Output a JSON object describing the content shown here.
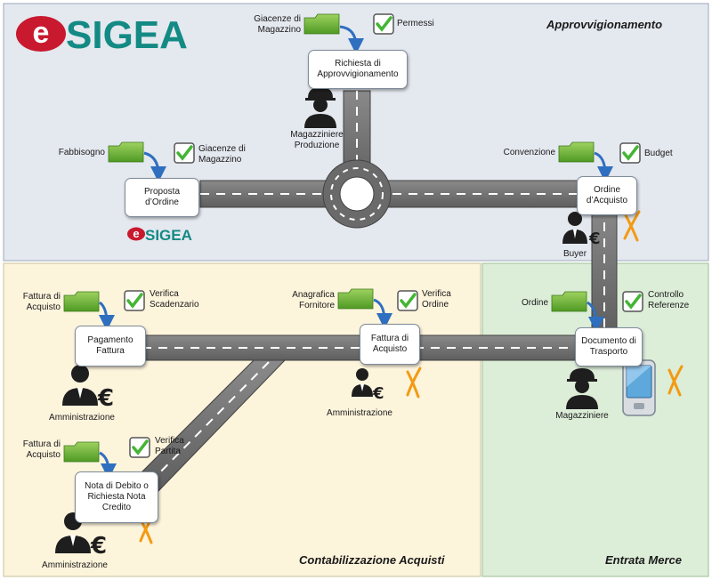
{
  "zones": {
    "approvvigionamento": "Approvvigionamento",
    "contabilizzazione": "Contabilizzazione Acquisti",
    "entrata": "Entrata Merce"
  },
  "logo": {
    "text": "SIGEA",
    "letter": "e"
  },
  "nodes": {
    "richiesta": "Richiesta di Approvvigionamento",
    "proposta": "Proposta d’Ordine",
    "ordine": "Ordine d’Acquisto",
    "pagamento": "Pagamento Fattura",
    "fattura": "Fattura di Acquisto",
    "documento": "Documento di Trasporto",
    "nota": "Nota di Debito o Richiesta Nota Credito"
  },
  "inputs": {
    "giacenze_top": "Giacenze di Magazzino",
    "fabbisogno": "Fabbisogno",
    "convenzione": "Convenzione",
    "fattura_acquisto_1": "Fattura di Acquisto",
    "anagrafica": "Anagrafica Fornitore",
    "ordine": "Ordine",
    "fattura_acquisto_2": "Fattura di Acquisto"
  },
  "checks": {
    "permessi": "Permessi",
    "giacenze": "Giacenze di Magazzino",
    "budget": "Budget",
    "verifica_scadenzario": "Verifica Scadenzario",
    "verifica_ordine": "Verifica Ordine",
    "controllo_referenze": "Controllo Referenze",
    "verifica_partita": "Verifica Partita"
  },
  "roles": {
    "magazziniere_produzione": "Magazziniere Produzione",
    "buyer": "Buyer",
    "amministrazione_1": "Amministrazione",
    "amministrazione_2": "Amministrazione",
    "amministrazione_3": "Amministrazione",
    "magazziniere": "Magazziniere"
  },
  "colors": {
    "approvvigionamento_bg": "#e4e8ef",
    "contabilizzazione_bg": "#fdf4dc",
    "entrata_bg": "#dcedd8",
    "road": "#7d7d7d",
    "folder": "#6fb336",
    "arrow": "#2f6fc0",
    "check": "#44b534",
    "cross": "#f39a12",
    "logo_red": "#c8192f",
    "logo_teal": "#138a84"
  }
}
